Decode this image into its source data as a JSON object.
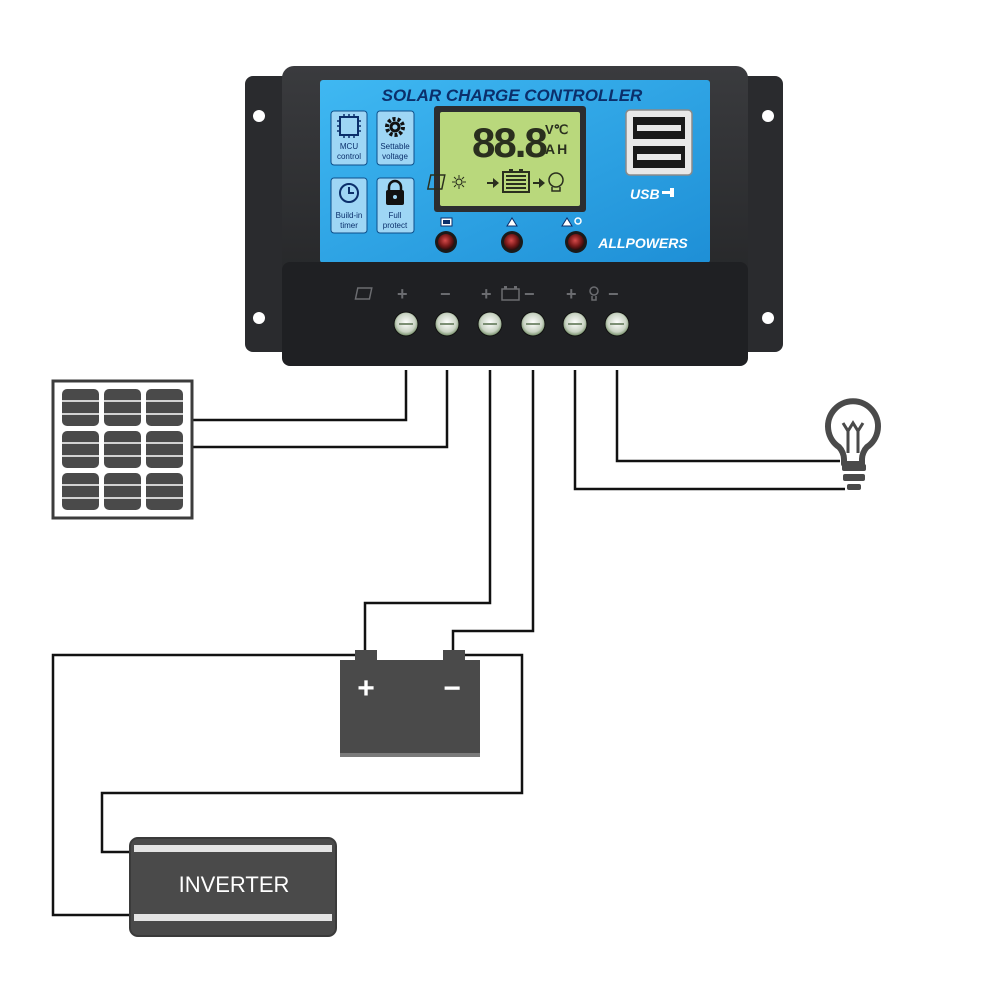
{
  "controller": {
    "title": "SOLAR CHARGE CONTROLLER",
    "brand": "ALLPOWERS",
    "usb_label": "USB",
    "lcd": {
      "digits": "88.8",
      "unit_top": "V℃",
      "unit_bottom": "AH"
    },
    "features": [
      {
        "icon": "chip-icon",
        "line1": "MCU",
        "line2": "control"
      },
      {
        "icon": "gear-icon",
        "line1": "Settable",
        "line2": "voltage"
      },
      {
        "icon": "clock-icon",
        "line1": "Build-in",
        "line2": "timer"
      },
      {
        "icon": "lock-icon",
        "line1": "Full",
        "line2": "protect"
      }
    ],
    "terminal_groups": [
      {
        "name": "solar-panel",
        "plus": "+",
        "minus": "−"
      },
      {
        "name": "battery",
        "plus": "+",
        "minus": "−"
      },
      {
        "name": "load",
        "plus": "+",
        "minus": "−"
      }
    ]
  },
  "battery": {
    "plus": "+",
    "minus": "−"
  },
  "inverter": {
    "label": "INVERTER"
  },
  "colors": {
    "panel_blue": "#29aaee",
    "case_dark": "#2c2d30",
    "lcd_green": "#b9d87c",
    "wire": "#111111",
    "component_gray": "#4a4a4a"
  }
}
